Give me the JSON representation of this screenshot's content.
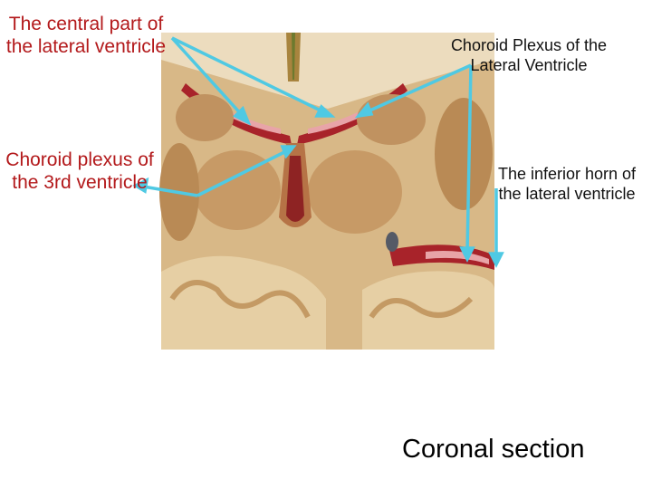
{
  "labels": {
    "central_part": "The central part of the lateral ventricle",
    "choroid_3rd": "Choroid plexus of the 3rd ventricle",
    "choroid_lateral": "Choroid Plexus of the Lateral Ventricle",
    "inferior_horn": "The inferior horn of the lateral ventricle",
    "caption": "Coronal section"
  },
  "colors": {
    "label_red": "#b3191b",
    "arrow": "#4fc9e3",
    "tissue": "#d9b98a",
    "grey_matter": "#c49a64",
    "plexus": "#9e2a2b"
  }
}
